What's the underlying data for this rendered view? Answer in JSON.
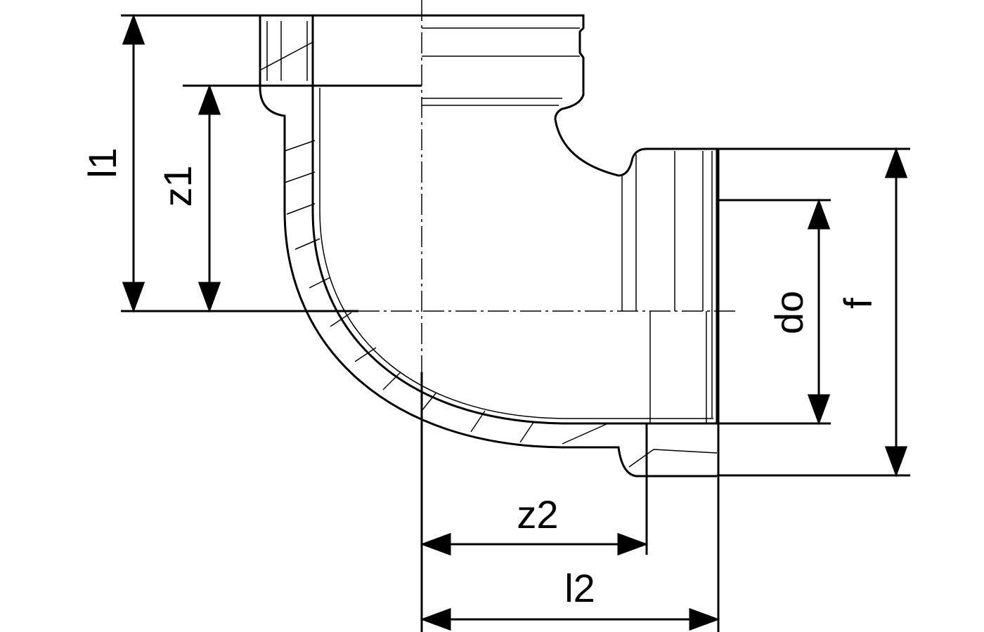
{
  "diagram": {
    "title": "90 degree elbow fitting dimension drawing",
    "stroke_color": "#000000",
    "background": "#ffffff",
    "dimensions": {
      "l1": "l1",
      "z1": "z1",
      "do": "do",
      "f": "f",
      "z2": "z2",
      "l2": "l2"
    }
  }
}
